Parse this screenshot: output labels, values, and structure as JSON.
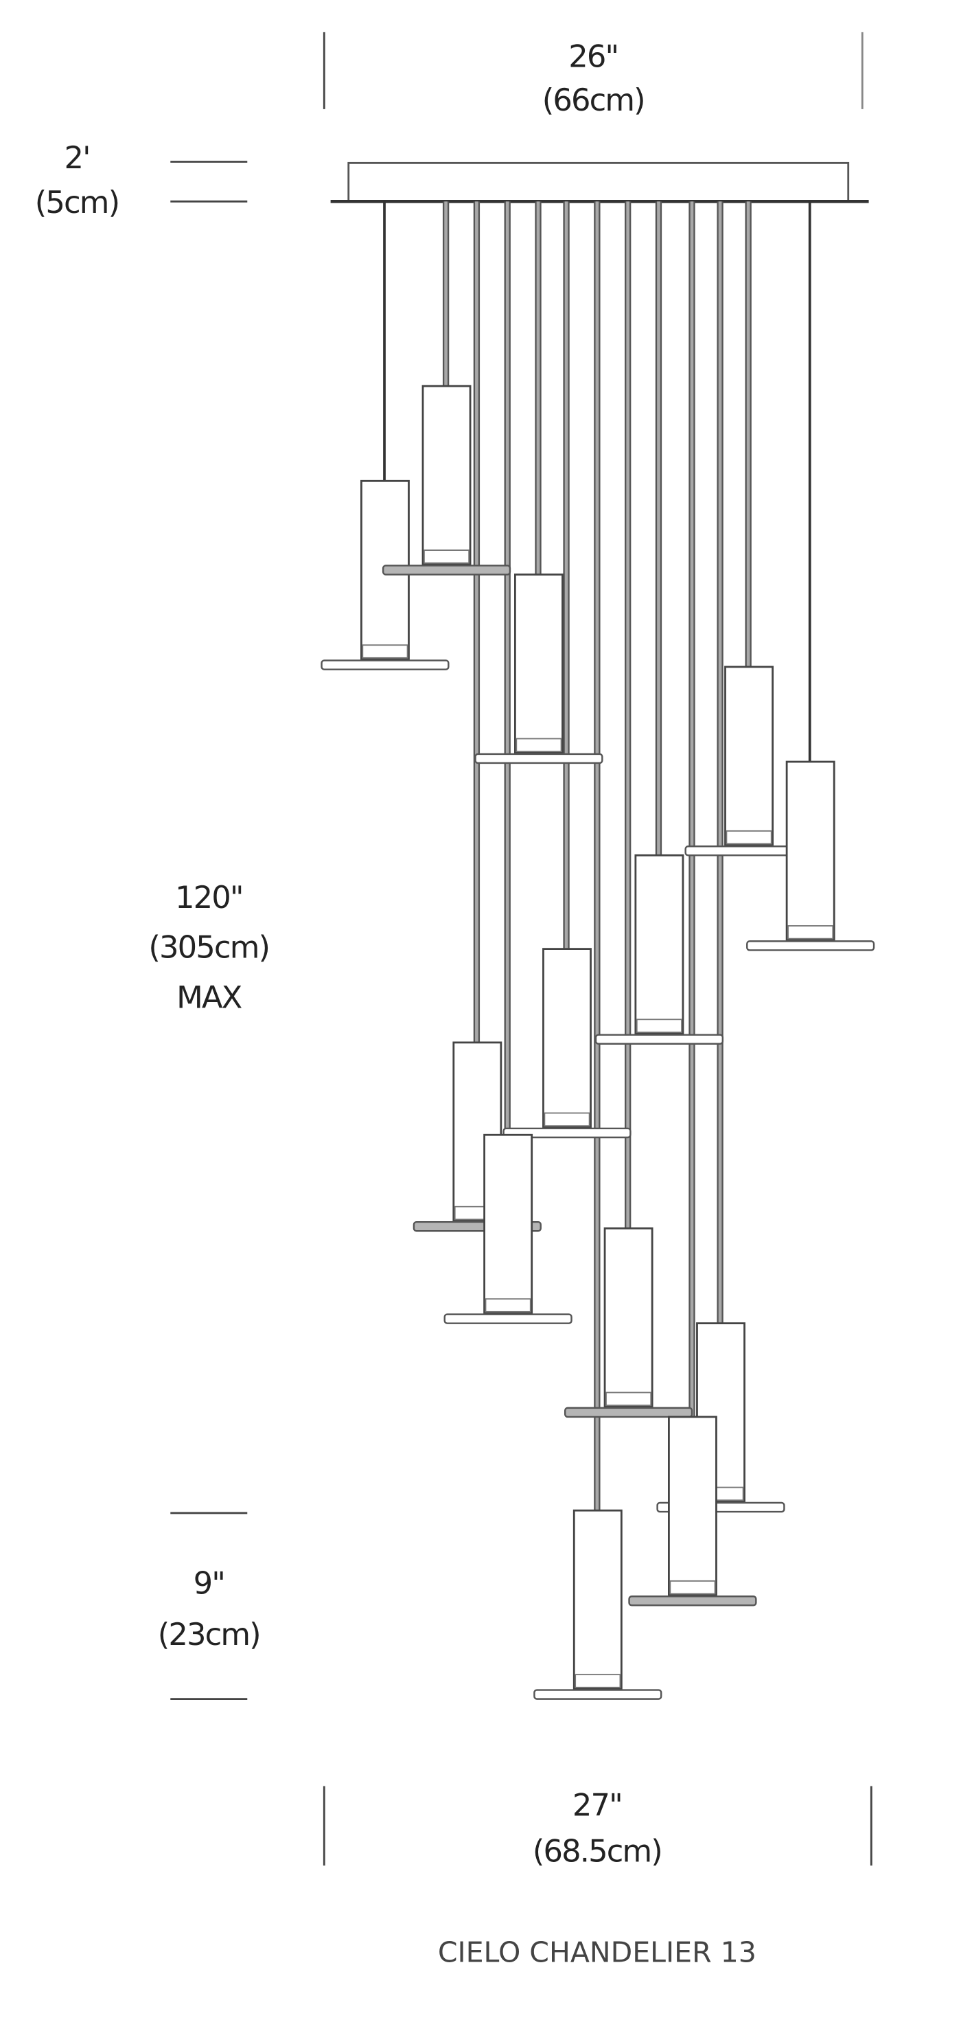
{
  "dimensions": {
    "top_width": {
      "imperial": "26\"",
      "metric": "(66cm)"
    },
    "canopy_height": {
      "imperial": "2'",
      "metric": "(5cm)"
    },
    "overall_drop": {
      "imperial": "120\"",
      "metric": "(305cm)",
      "qualifier": "MAX"
    },
    "pendant_height": {
      "imperial": "9\"",
      "metric": "(23cm)"
    },
    "bottom_width": {
      "imperial": "27\"",
      "metric": "(68.5cm)"
    }
  },
  "title": "CIELO CHANDELIER 13",
  "colors": {
    "line": "#333333",
    "cord_gray": "#a8a8a8",
    "disc_gray": "#b5b5b5"
  }
}
